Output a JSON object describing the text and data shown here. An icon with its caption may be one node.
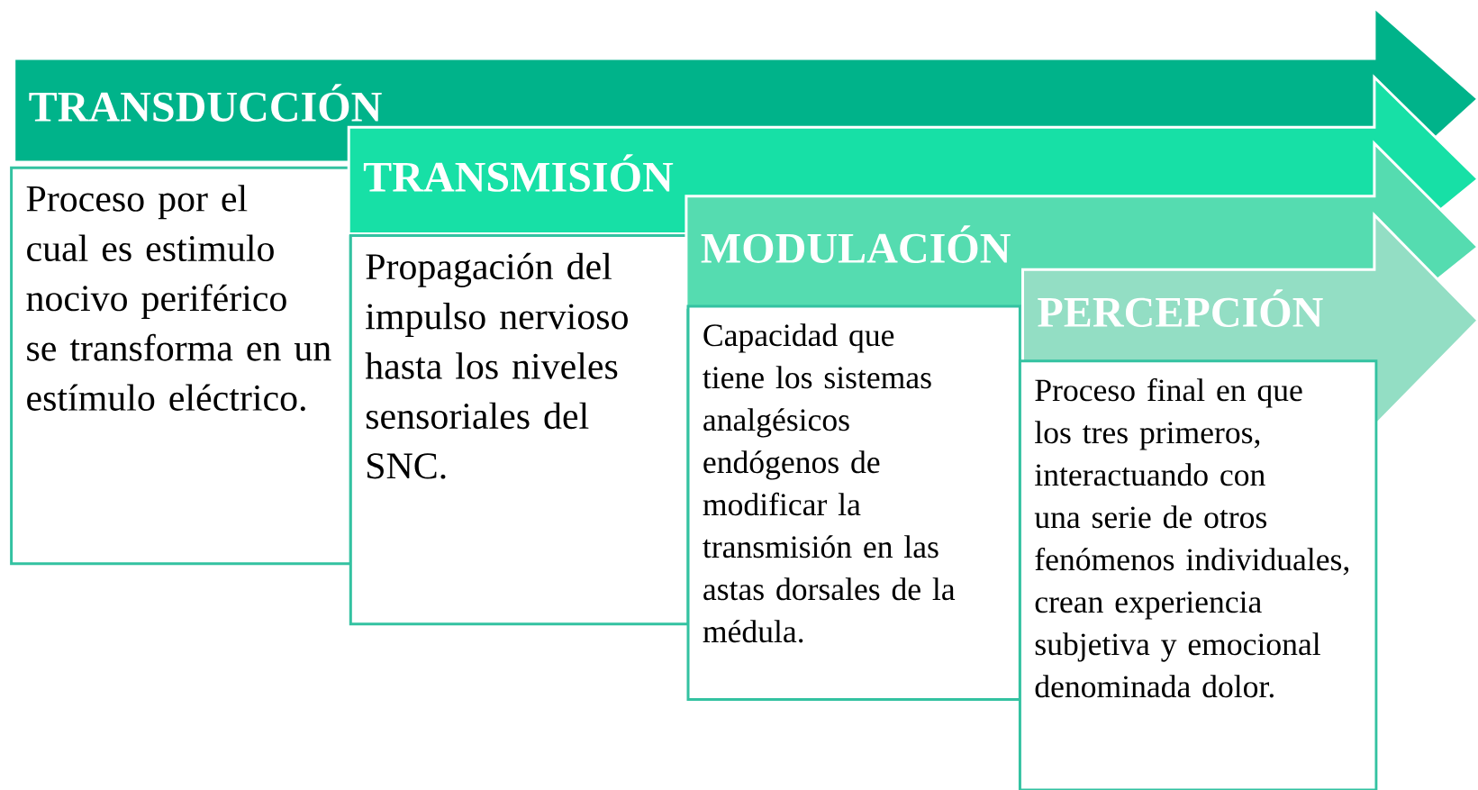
{
  "diagram": {
    "nodes": [
      {
        "text": [
          "TRANSDUCCIÓN"
        ]
      },
      {
        "text": [
          "Proceso por el cual es estimulo nocivo periférico se transforma en un estímulo eléctrico."
        ]
      },
      {
        "text": [
          "TRANSMISIÓN"
        ]
      },
      {
        "text": [
          "Propagación del impulso nervioso hasta los niveles sensoriales del SNC."
        ]
      },
      {
        "text": [
          "MODULACIÓN"
        ]
      },
      {
        "text": [
          "Capacidad que tiene los sistemas analgésicos endógenos de modificar la transmisión en las astas dorsales de la médula."
        ]
      },
      {
        "text": [
          "PERCEPCIÓN"
        ]
      },
      {
        "text": [
          "Proceso final en que los tres primeros, interactuando con una serie de otros fenómenos individuales, crean experiencia subjetiva y emocional denominada dolor."
        ]
      }
    ]
  }
}
